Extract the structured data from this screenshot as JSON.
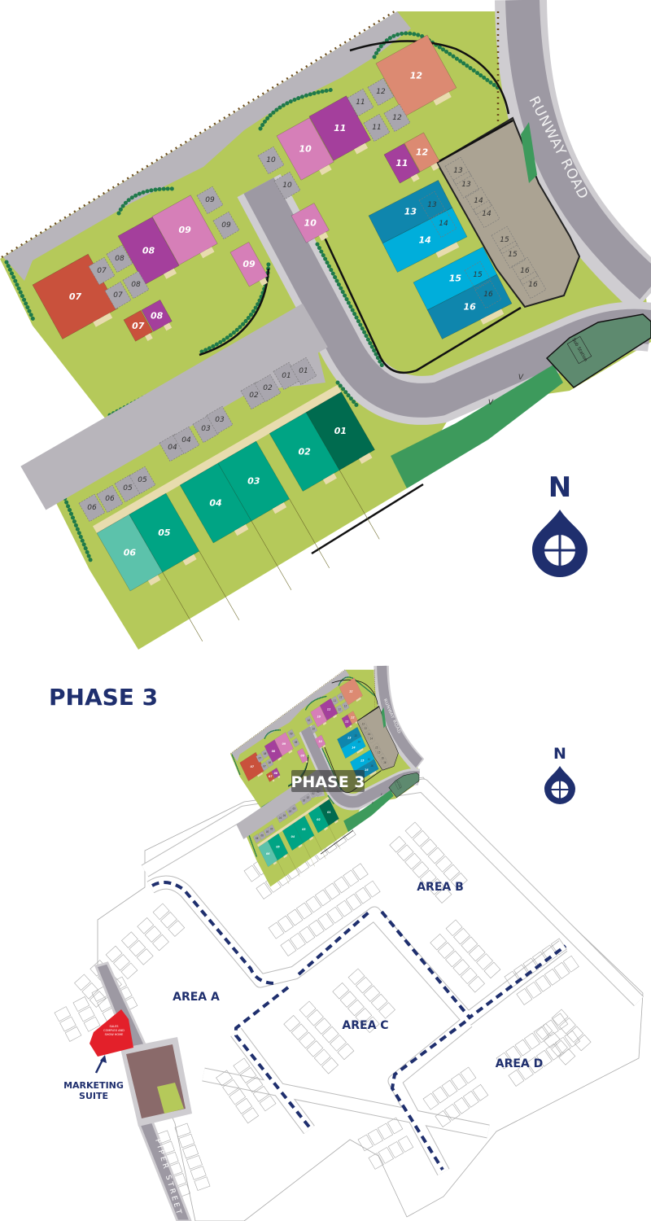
{
  "plot_numbers": [
    "01",
    "02",
    "03",
    "04",
    "05",
    "06",
    "07",
    "08",
    "09",
    "10",
    "11",
    "12",
    "13",
    "14",
    "15",
    "16"
  ],
  "road_labels": {
    "runway_road": "RUNWAY ROAD",
    "piper_street": "PIPER STREET"
  },
  "substation_label": "Sub Station",
  "visitor_marks": [
    "V",
    "V"
  ],
  "compass": {
    "label": "N"
  },
  "phase_title": "PHASE 3",
  "phase_badge": "PHASE 3",
  "areas": [
    "AREA A",
    "AREA B",
    "AREA C",
    "AREA D"
  ],
  "marketing_suite": {
    "label_line1": "MARKETING",
    "label_line2": "SUITE",
    "building_label": [
      "SALES",
      "COMPLEX AND",
      "SHOW HOME"
    ]
  },
  "colors": {
    "navy": "#1f2f6e",
    "lawn": "#b5c95a",
    "road": "#9d99a3",
    "plot_07": "#c9513c",
    "plot_purple": "#a43f9c",
    "plot_pink": "#d67fb8",
    "plot_12": "#dc8a72",
    "plot_blue_dark": "#0f86ad",
    "plot_blue_light": "#00aedb",
    "plot_01": "#006b4f",
    "plot_green": "#00a484",
    "plot_06": "#5cc2ab",
    "marketing_red": "#e3202a"
  }
}
